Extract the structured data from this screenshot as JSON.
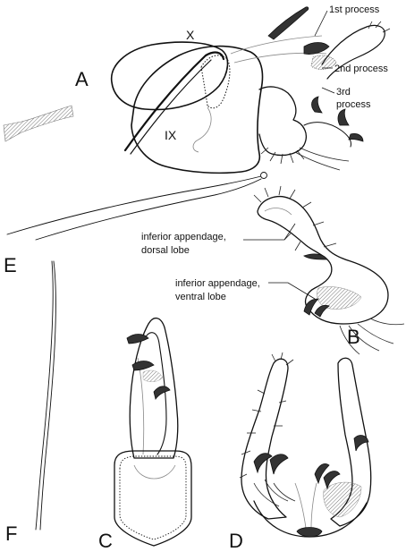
{
  "figure": {
    "panels": {
      "A": "A",
      "B": "B",
      "C": "C",
      "D": "D",
      "E": "E",
      "F": "F"
    },
    "segments": {
      "x": "X",
      "ix": "IX"
    },
    "annotations": {
      "first_process": "1st process",
      "second_process": "2nd process",
      "third_process_line1": "3rd",
      "third_process_line2": "process",
      "dorsal_lobe_line1": "inferior appendage,",
      "dorsal_lobe_line2": "dorsal lobe",
      "ventral_lobe_line1": "inferior appendage,",
      "ventral_lobe_line2": "ventral lobe"
    }
  }
}
